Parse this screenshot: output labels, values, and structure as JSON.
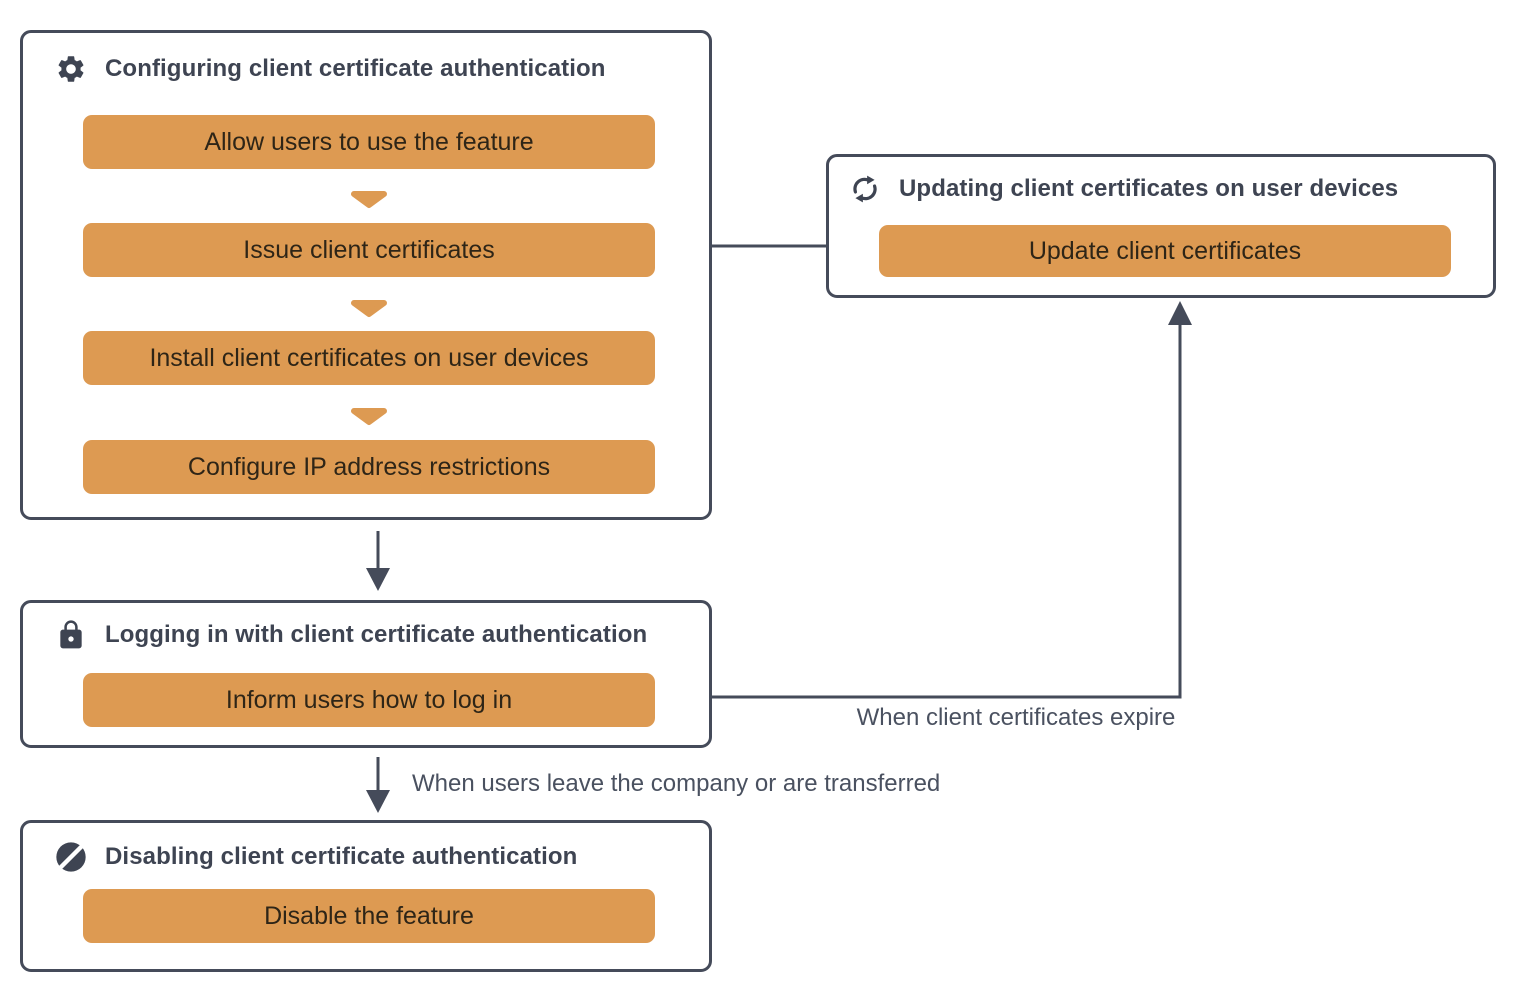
{
  "panels": {
    "configuring": {
      "icon": "gear-icon",
      "title": "Configuring client certificate authentication",
      "steps": [
        "Allow users to use the feature",
        "Issue client certificates",
        "Install client certificates on user devices",
        "Configure IP address restrictions"
      ]
    },
    "updating": {
      "icon": "sync-icon",
      "title": "Updating client certificates on user devices",
      "steps": [
        "Update client certificates"
      ]
    },
    "logging_in": {
      "icon": "lock-icon",
      "title": "Logging in with client certificate authentication",
      "steps": [
        "Inform users how to log in"
      ]
    },
    "disabling": {
      "icon": "ban-icon",
      "title": "Disabling client certificate authentication",
      "steps": [
        "Disable the feature"
      ]
    }
  },
  "edges": {
    "expire_label": "When client certificates expire",
    "leave_label": "When users leave the company or are transferred"
  },
  "colors": {
    "node_fill": "#DD9A52",
    "panel_border": "#454B5A",
    "title_text": "#3E4452",
    "node_text": "#2E2517",
    "edge_label_text": "#4A5160",
    "issue_arrowhead": "#2B2012",
    "background": "#FFFFFF"
  }
}
